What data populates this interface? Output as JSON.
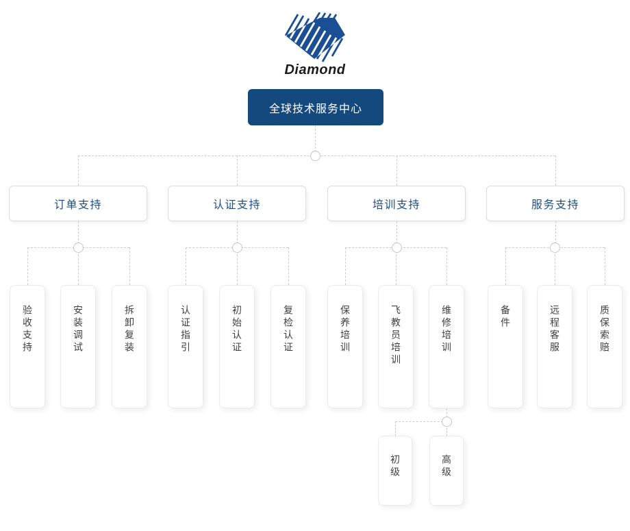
{
  "logo": {
    "brand": "Diamond",
    "icon": "diamond-logo"
  },
  "root": {
    "label": "全球技术服务中心"
  },
  "branches": [
    {
      "label": "订单支持",
      "children": [
        {
          "label": "验收支持"
        },
        {
          "label": "安装调试"
        },
        {
          "label": "拆卸复装"
        }
      ]
    },
    {
      "label": "认证支持",
      "children": [
        {
          "label": "认证指引"
        },
        {
          "label": "初始认证"
        },
        {
          "label": "复检认证"
        }
      ]
    },
    {
      "label": "培训支持",
      "children": [
        {
          "label": "保养培训"
        },
        {
          "label": "飞教员培训"
        },
        {
          "label": "维修培训",
          "children": [
            {
              "label": "初级"
            },
            {
              "label": "高级"
            }
          ]
        }
      ]
    },
    {
      "label": "服务支持",
      "children": [
        {
          "label": "备件"
        },
        {
          "label": "远程客服"
        },
        {
          "label": "质保索赔"
        }
      ]
    }
  ],
  "colors": {
    "root_bg": "#14497E",
    "logo_navy": "#1B4F93",
    "branch_text": "#1D4E84",
    "child_text": "#3F3F3F",
    "connector_line": "#CBCBCB"
  }
}
